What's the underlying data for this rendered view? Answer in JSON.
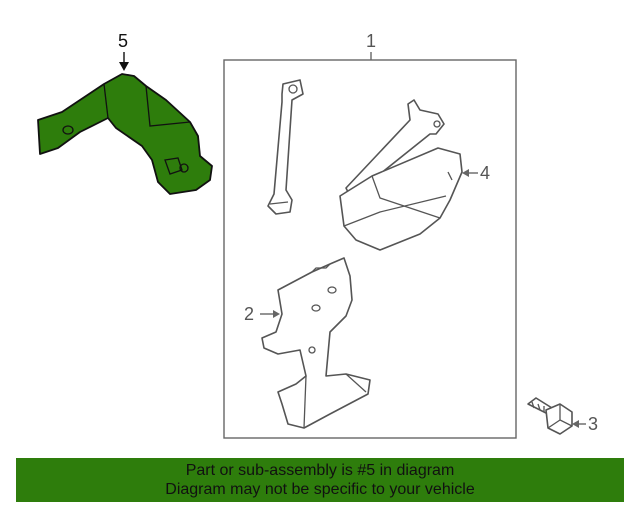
{
  "callouts": {
    "c1": "1",
    "c2": "2",
    "c3": "3",
    "c4": "4",
    "c5": "5"
  },
  "banner": {
    "line1": "Part or sub-assembly is #5 in diagram",
    "line2": "Diagram may not be specific to your vehicle"
  },
  "colors": {
    "highlight": "#2e7d0c",
    "outline": "#555555"
  }
}
